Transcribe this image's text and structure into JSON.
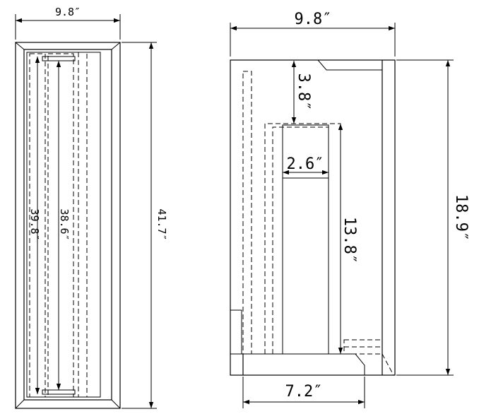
{
  "front_view": {
    "width_label": "9.8″",
    "height_label": "41.7″",
    "inner_height_label": "39.8″",
    "handle_length_label": "38.6″"
  },
  "side_view": {
    "width_label": "9.8″",
    "height_label": "18.9″",
    "top_offset_label": "3.8″",
    "handle_width_label": "2.6″",
    "handle_height_label": "13.8″",
    "base_width_label": "7.2″"
  }
}
